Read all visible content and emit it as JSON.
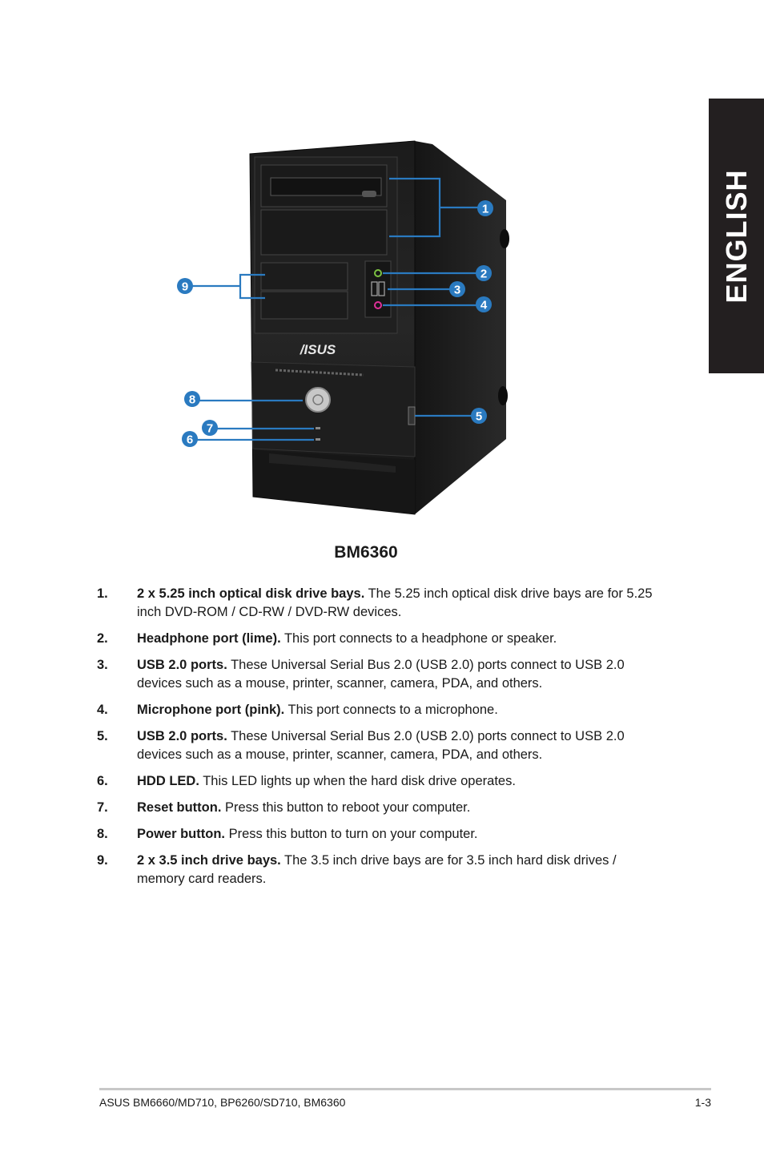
{
  "side_tab": {
    "label": "ENGLISH"
  },
  "figure": {
    "logo_text": "/ISUS",
    "callouts": [
      "1",
      "2",
      "3",
      "4",
      "5",
      "6",
      "7",
      "8",
      "9"
    ],
    "caption": "BM6360"
  },
  "items": [
    {
      "num": "1.",
      "term": "2 x 5.25 inch optical disk drive bays.",
      "desc": " The 5.25 inch optical disk drive bays are for 5.25 inch DVD-ROM / CD-RW / DVD-RW devices."
    },
    {
      "num": "2.",
      "term": "Headphone port (lime).",
      "desc": " This port connects to a headphone or speaker."
    },
    {
      "num": "3.",
      "term": "USB 2.0 ports.",
      "desc": " These Universal Serial Bus 2.0 (USB 2.0) ports connect to USB 2.0 devices such as a mouse, printer, scanner, camera, PDA, and others."
    },
    {
      "num": "4.",
      "term": "Microphone port (pink).",
      "desc": " This port connects to a microphone."
    },
    {
      "num": "5.",
      "term": "USB 2.0 ports.",
      "desc": " These Universal Serial Bus 2.0 (USB 2.0) ports connect to USB 2.0 devices such as a mouse, printer, scanner, camera, PDA, and others."
    },
    {
      "num": "6.",
      "term": "HDD LED.",
      "desc": " This LED lights up when the hard disk drive operates."
    },
    {
      "num": "7.",
      "term": "Reset button.",
      "desc": " Press this button to reboot your computer."
    },
    {
      "num": "8.",
      "term": "Power button.",
      "desc": " Press this button to turn on your computer."
    },
    {
      "num": "9.",
      "term": "2 x 3.5 inch drive bays.",
      "desc": " The 3.5 inch drive bays are for 3.5 inch hard disk drives / memory card readers."
    }
  ],
  "footer": {
    "left": "ASUS BM6660/MD710, BP6260/SD710, BM6360",
    "right": "1-3"
  },
  "colors": {
    "callout": "#2a7ac0",
    "headphone_port": "#7dc242",
    "mic_port": "#e0309a",
    "tab_bg": "#231f20"
  }
}
